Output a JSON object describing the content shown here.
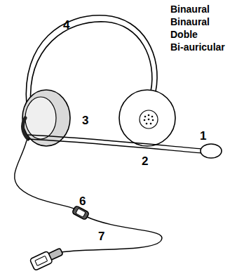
{
  "diagram": {
    "labels": [
      "Binaural",
      "Binaural",
      "Doble",
      "Bi-auricular",
      "4",
      "3",
      "2",
      "1",
      "6",
      "7"
    ]
  }
}
